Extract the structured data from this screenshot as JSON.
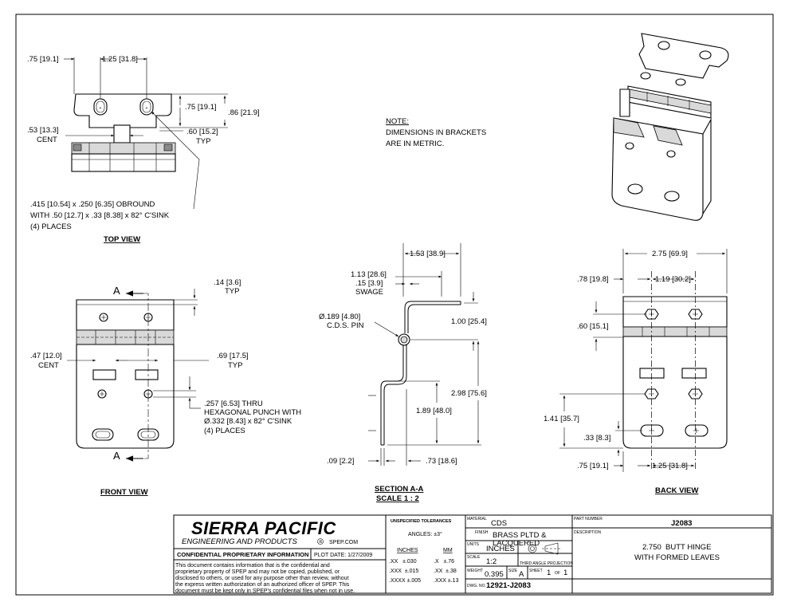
{
  "top_view": {
    "dim_075": ".75 [19.1]",
    "dim_125": "1.25 [31.8]",
    "dim_075_right": ".75 [19.1]",
    "dim_086": ".86 [21.9]",
    "dim_053": ".53 [13.3]",
    "cent": "CENT",
    "dim_060": ".60 [15.2]",
    "typ": "TYP",
    "note_line1": ".415 [10.54] x .250 [6.35] OBROUND",
    "note_line2": "WITH .50 [12.7] x .33 [8.38] x 82° C'SINK",
    "note_line3": "(4) PLACES",
    "title": "TOP VIEW"
  },
  "note": {
    "heading": "NOTE:",
    "line1": "DIMENSIONS IN BRACKETS",
    "line2": "ARE IN METRIC."
  },
  "front_view": {
    "section_letter_top": "A",
    "section_letter_bottom": "A",
    "dim_014": ".14 [3.6]",
    "typ1": "TYP",
    "dim_047": ".47 [12.0]",
    "cent": "CENT",
    "dim_069": ".69 [17.5]",
    "typ2": "TYP",
    "punch_line1": ".257 [6.53] THRU",
    "punch_line2": "HEXAGONAL PUNCH WITH",
    "punch_line3": "Ø.332 [8.43] x 82° C'SINK",
    "punch_line4": "(4) PLACES",
    "title": "FRONT VIEW"
  },
  "section_view": {
    "dim_153": "1.53 [38.9]",
    "dim_113": "1.13 [28.6]",
    "dim_015": ".15 [3.9]",
    "swage": "SWAGE",
    "pin_dim": "Ø.189 [4.80]",
    "pin_label": "C.D.S. PIN",
    "dim_100": "1.00 [25.4]",
    "dim_298": "2.98 [75.6]",
    "dim_189": "1.89 [48.0]",
    "dim_009": ".09 [2.2]",
    "dim_073": ".73 [18.6]",
    "title_line1": "SECTION A-A",
    "title_line2": "SCALE 1 : 2"
  },
  "back_view": {
    "dim_275": "2.75 [69.9]",
    "dim_078": ".78 [19.8]",
    "dim_119": "1.19 [30.2]",
    "dim_060": ".60 [15.1]",
    "dim_141": "1.41 [35.7]",
    "dim_033": ".33 [8.3]",
    "dim_075": ".75 [19.1]",
    "dim_125": "1.25 [31.8]",
    "title": "BACK VIEW"
  },
  "title_block": {
    "company": "SIERRA PACIFIC",
    "company_sub": "ENGINEERING AND PRODUCTS",
    "registered": "R",
    "website": "SPEP.COM",
    "confidential": "CONFIDENTIAL PROPRIETARY INFORMATION",
    "plot_date": "PLOT DATE: 1/27/2009",
    "disclaimer_1": "This document contains information that is the confidential and",
    "disclaimer_2": "proprietary property of SPEP and may not be copied, published, or",
    "disclaimer_3": "disclosed to others, or used for any purpose  other than review, without",
    "disclaimer_4": "the express written authorization of an authorized officer of SPEP. This",
    "disclaimer_5": "document must be kept only in SPEP's confidential files when not in use.",
    "tolerances_heading": "UNSPECIFIED TOLERANCES",
    "angles": "ANGLES: ±3°",
    "inches": "INCHES",
    "mm": "MM",
    "tol_row1_in": ".XX   ±.030",
    "tol_row2_in": ".XXX  ±.015",
    "tol_row3_in": ".XXXX ±.005",
    "tol_row1_mm": ".X   ±.76",
    "tol_row2_mm": ".XX  ±.38",
    "tol_row3_mm": ".XXX ±.13",
    "material_label": "MATERIAL",
    "material": "CDS",
    "finish_label": "FINISH",
    "finish_line1": "BRASS PLTD &",
    "finish_line2": "LACQUERED",
    "units_label": "UNITS",
    "units": "INCHES",
    "projection_label": "THIRD ANGLE PROJECTION",
    "scale_label": "SCALE",
    "scale": "1:2",
    "weight_label": "WEIGHT",
    "weight": "0.395",
    "size_label": "SIZE",
    "size": "A",
    "sheet_label": "SHEET",
    "sheet": "1",
    "of_label": "OF",
    "sheet_total": "1",
    "dwg_label": "DWG. NO.",
    "dwg_no": "12921-J2083",
    "part_label": "PART NUMBER",
    "part_number": "J2083",
    "description_label": "DESCRIPTION",
    "description_line1": "2.750  BUTT HINGE",
    "description_line2": "WITH FORMED LEAVES"
  }
}
